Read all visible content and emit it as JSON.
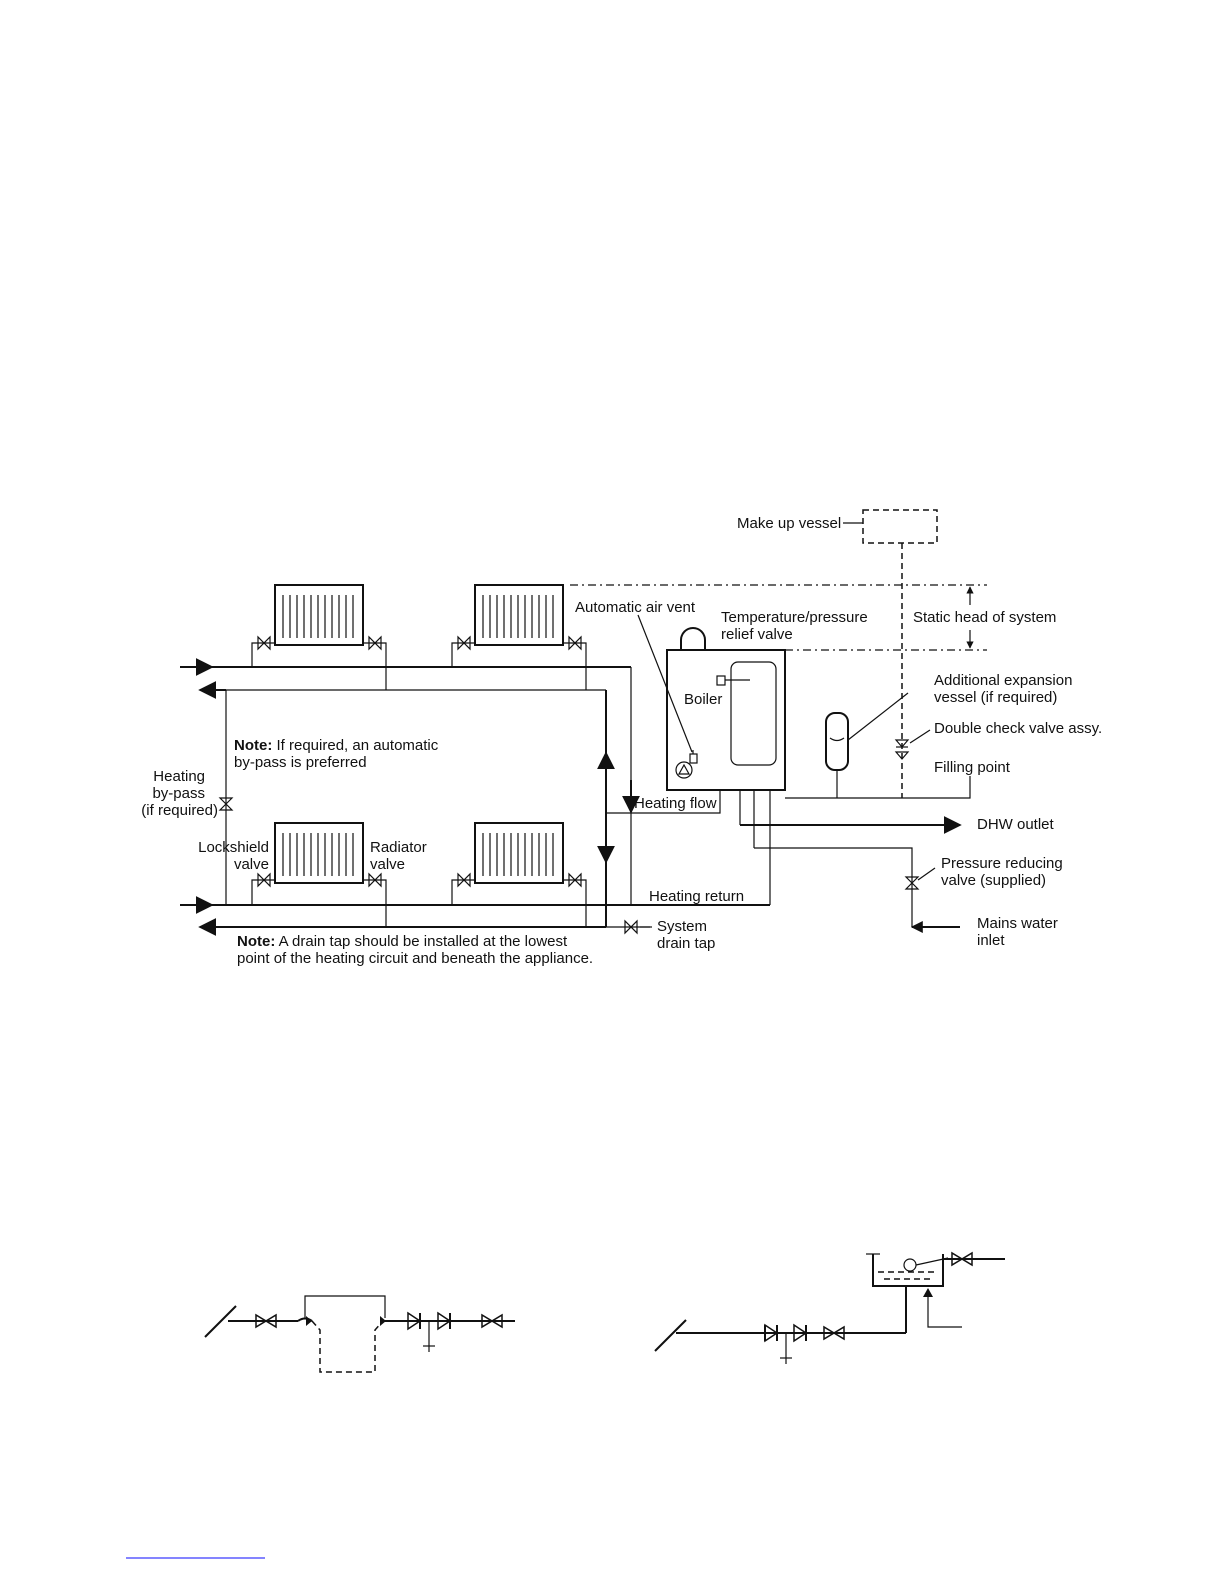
{
  "diagram": {
    "labels": {
      "make_up_vessel": "Make up vessel",
      "automatic_air_vent": "Automatic air vent",
      "temp_relief_1": "Temperature/pressure",
      "temp_relief_2": "relief valve",
      "static_head": "Static head of system",
      "boiler": "Boiler",
      "add_exp_1": "Additional expansion",
      "add_exp_2": "vessel (if required)",
      "double_check": "Double check valve assy.",
      "filling_point": "Filling point",
      "heating_flow": "Heating flow",
      "dhw_outlet": "DHW outlet",
      "heating_return": "Heating return",
      "prv_1": "Pressure reducing",
      "prv_2": "valve (supplied)",
      "mains_1": "Mains water",
      "mains_2": "inlet",
      "system_drain_1": "System",
      "system_drain_2": "drain tap",
      "bypass_1": "Heating",
      "bypass_2": "by-pass",
      "bypass_3": "(if required)",
      "lockshield_1": "Lockshield",
      "lockshield_2": "valve",
      "radiator_valve_1": "Radiator",
      "radiator_valve_2": "valve",
      "note1_bold": "Note:",
      "note1_rest": " If required, an automatic",
      "note1_line2": "by-pass is preferred",
      "note2_bold": "Note:",
      "note2_rest": " A drain tap should be installed at the lowest",
      "note2_line2": "point of the heating circuit and beneath the appliance."
    }
  }
}
